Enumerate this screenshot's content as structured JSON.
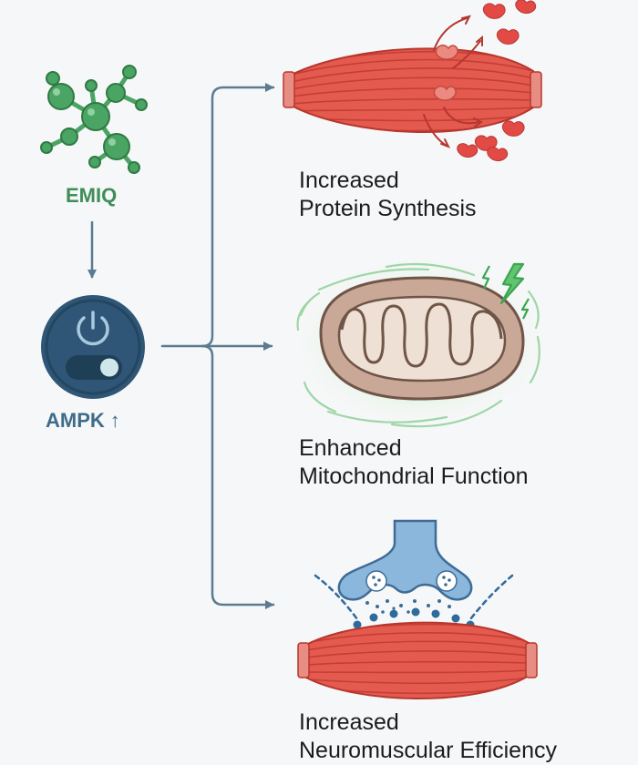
{
  "inputs": {
    "compound": "EMIQ",
    "target": "AMPK",
    "target_arrow": "↑"
  },
  "outcomes": [
    {
      "line1": "Increased",
      "line2": "Protein Synthesis"
    },
    {
      "line1": "Enhanced",
      "line2": "Mitochondrial Function"
    },
    {
      "line1": "Increased",
      "line2": "Neuromuscular Efficiency"
    }
  ],
  "colors": {
    "molecule": "#4aa463",
    "molecule_text": "#3f8d57",
    "ampk_circle": "#2f5676",
    "ampk_text": "#3f6b8a",
    "arrows": "#5b7b92",
    "muscle": "#e45a4f",
    "mitochondria": "#c9a897",
    "neuron": "#8cb7dc",
    "spark": "#45b45c"
  },
  "icons": [
    "molecule-icon",
    "power-switch-icon",
    "muscle-icon",
    "protein-fragment-icon",
    "mitochondria-icon",
    "lightning-icon",
    "neuron-synapse-icon"
  ]
}
